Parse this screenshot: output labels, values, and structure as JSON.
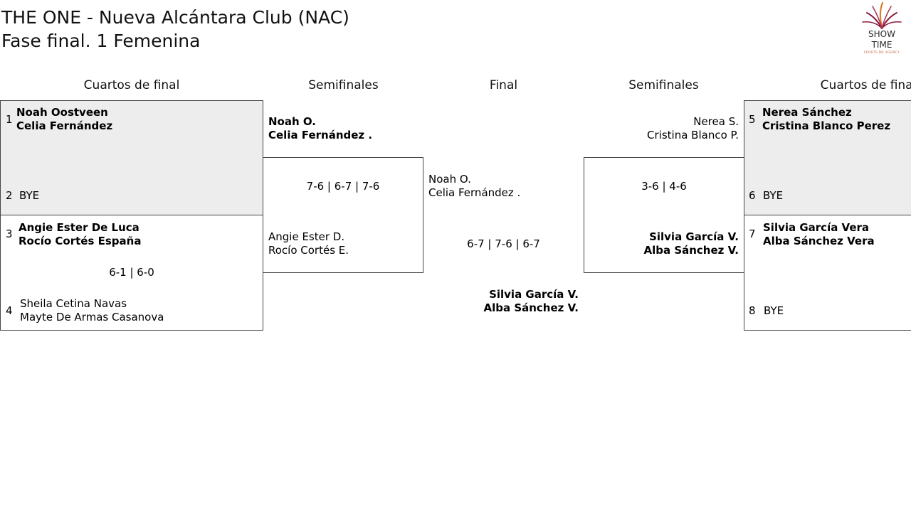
{
  "header": {
    "title_line1": "THE ONE - Nueva Alcántara Club (NAC)",
    "title_line2": "Fase final. 1 Femenina"
  },
  "logo": {
    "icon": "fireworks-logo-icon",
    "word1": "SHOW",
    "word2": "TIME",
    "tagline": "SPORTS ME AGENCY",
    "colors": {
      "burst": "#8b1a3c",
      "accent": "#e07a2e",
      "text": "#2a2a2a"
    }
  },
  "rounds": {
    "left_quarters": "Cuartos de final",
    "left_semis": "Semifinales",
    "final": "Final",
    "right_semis": "Semifinales",
    "right_quarters": "Cuartos de final"
  },
  "left_quarters": {
    "match1": {
      "seed_a": "1",
      "player_a1": "Noah Oostveen",
      "player_a2": "Celia Fernández",
      "seed_b": "2",
      "bye": "BYE"
    },
    "match2": {
      "seed_a": "3",
      "player_a1": "Angie Ester De Luca",
      "player_a2": "Rocío Cortés España",
      "score": "6-1 | 6-0",
      "seed_b": "4",
      "player_b1": "Sheila Cetina Navas",
      "player_b2": "Mayte De Armas Casanova"
    }
  },
  "left_semis": {
    "top_p1": "Noah O.",
    "top_p2": "Celia Fernández .",
    "score": "7-6 | 6-7 | 7-6",
    "bottom_p1": "Angie Ester D.",
    "bottom_p2": "Rocío Cortés E."
  },
  "final": {
    "top_p1": "Noah O.",
    "top_p2": "Celia Fernández .",
    "score": "6-7 | 7-6 | 6-7",
    "winner_p1": "Silvia García V.",
    "winner_p2": "Alba Sánchez V."
  },
  "right_semis": {
    "top_p1": "Nerea S.",
    "top_p2": "Cristina Blanco P.",
    "score": "3-6 | 4-6",
    "bottom_p1": "Silvia García V.",
    "bottom_p2": "Alba Sánchez V."
  },
  "right_quarters": {
    "match1": {
      "seed_a": "5",
      "player_a1": "Nerea Sánchez",
      "player_a2": "Cristina Blanco Perez",
      "seed_b": "6",
      "bye": "BYE"
    },
    "match2": {
      "seed_a": "7",
      "player_a1": "Silvia García Vera",
      "player_a2": "Alba Sánchez Vera",
      "seed_b": "8",
      "bye": "BYE"
    }
  }
}
